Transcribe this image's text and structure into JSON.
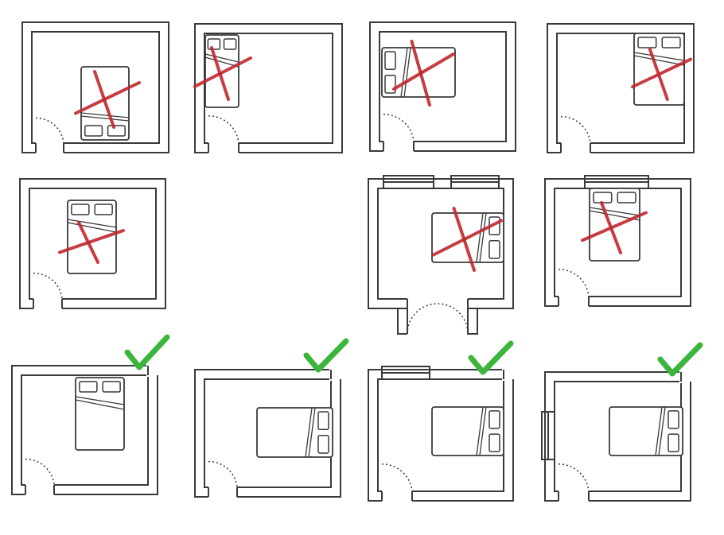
{
  "colors": {
    "wall": "#3a3a3a",
    "cross": "#c0272d",
    "check": "#3cb53c",
    "background": "#ffffff"
  },
  "legend_icons": {
    "bad": "red-cross-icon",
    "good": "green-check-icon"
  },
  "rooms": [
    {
      "verdict": "bad",
      "headboard": "bottom",
      "window": "none"
    },
    {
      "verdict": "bad",
      "headboard": "top",
      "window": "none"
    },
    {
      "verdict": "bad",
      "headboard": "left",
      "window": "none"
    },
    {
      "verdict": "bad",
      "headboard": "top",
      "window": "none"
    },
    {
      "verdict": "bad",
      "headboard": "top",
      "window": "none"
    },
    {
      "verdict": "bad",
      "headboard": "right",
      "window": "top-double"
    },
    {
      "verdict": "bad",
      "headboard": "top",
      "window": "top"
    },
    {
      "verdict": "good",
      "headboard": "top",
      "window": "none"
    },
    {
      "verdict": "good",
      "headboard": "right",
      "window": "none"
    },
    {
      "verdict": "good",
      "headboard": "right",
      "window": "top"
    },
    {
      "verdict": "good",
      "headboard": "right",
      "window": "left"
    }
  ]
}
